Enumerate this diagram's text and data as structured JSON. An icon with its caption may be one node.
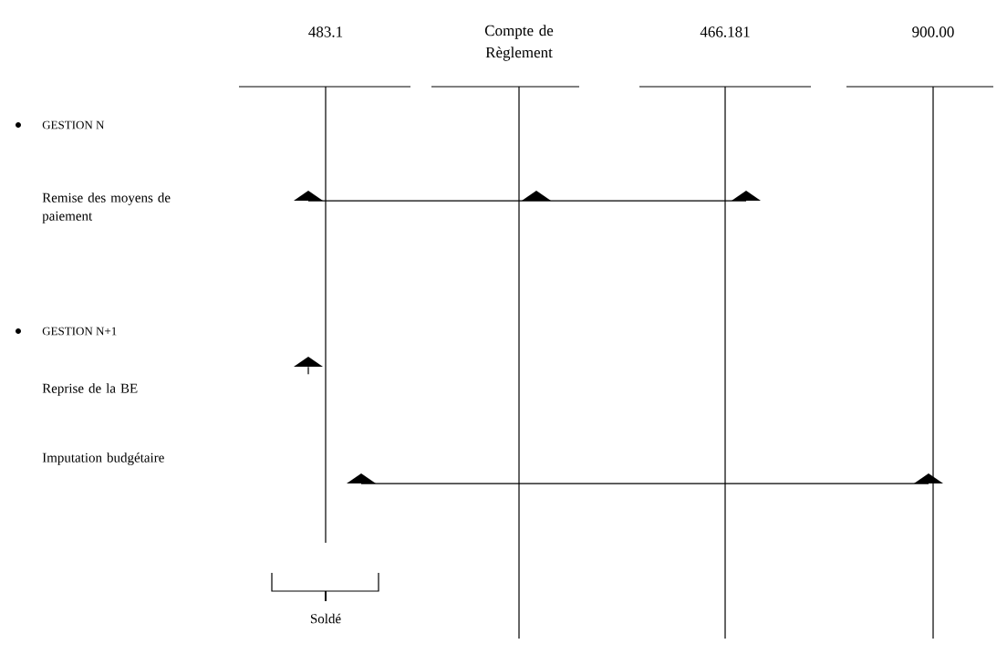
{
  "diagram": {
    "nodes": [
      {
        "text": [
          "483.1"
        ]
      },
      {
        "text": [
          "Compte de Règlement"
        ]
      },
      {
        "text": [
          "466.181"
        ]
      },
      {
        "text": [
          "900.00"
        ]
      },
      {
        "text": [],
        "shape": "triangle"
      },
      {
        "text": [],
        "shape": "triangle"
      },
      {
        "text": [],
        "shape": "triangle"
      },
      {
        "text": [],
        "shape": "triangle"
      },
      {
        "text": [],
        "shape": "triangle"
      },
      {
        "text": [],
        "shape": "triangle"
      }
    ],
    "edges": [
      {
        "from": 4,
        "to": 5,
        "arrow": "none"
      },
      {
        "from": 5,
        "to": 6,
        "arrow": "none"
      },
      {
        "from": 8,
        "to": 9,
        "arrow": "none"
      }
    ],
    "labels": [
      "GESTION N",
      "Remise des moyens de paiement",
      "GESTION N+1",
      "Reprise de la BE",
      "Imputation budgétaire",
      "Soldé"
    ]
  }
}
